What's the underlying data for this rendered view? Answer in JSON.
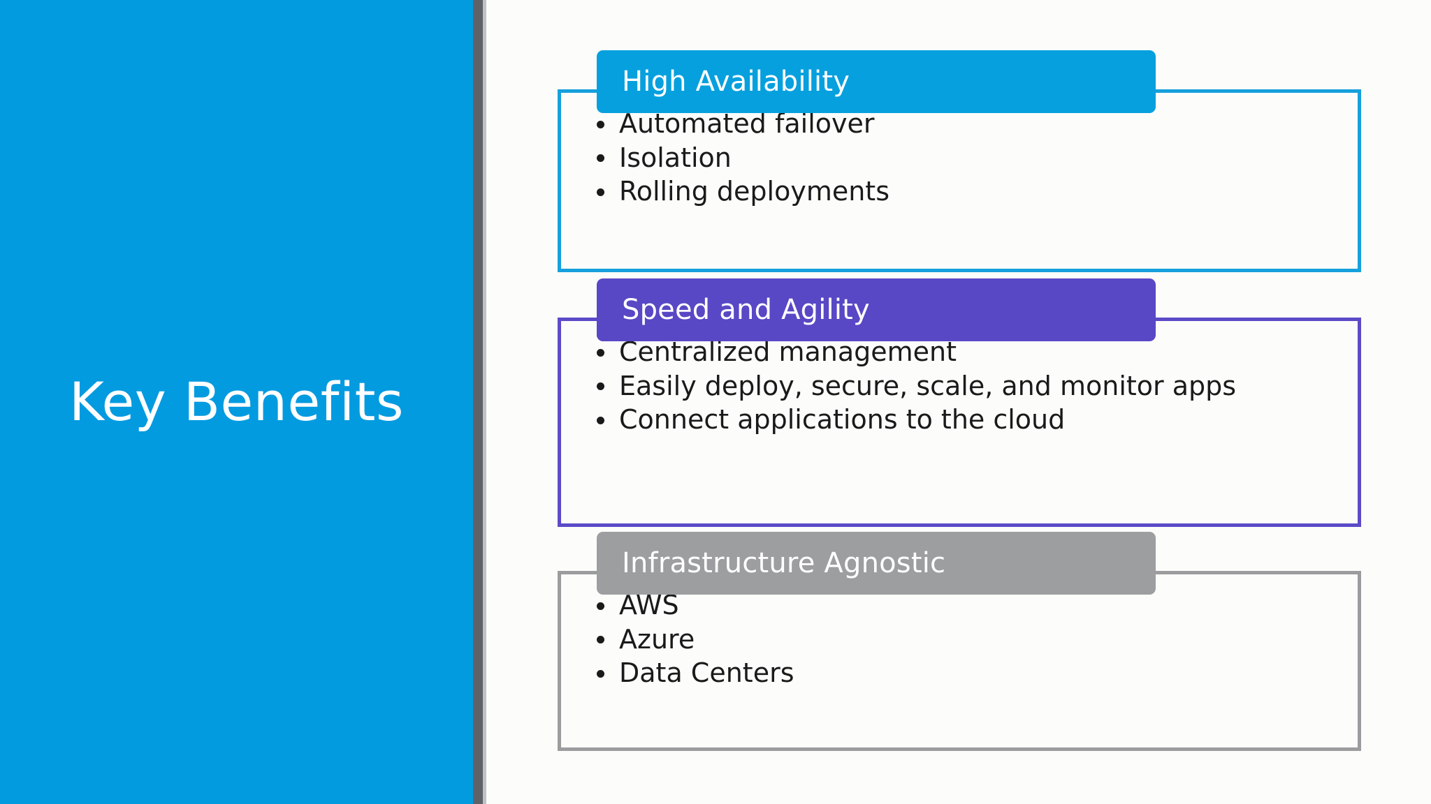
{
  "slide": {
    "title": "Key Benefits",
    "background_color": "#FCFCFA",
    "panel_color": "#039BE0",
    "divider_color": "#5F6368"
  },
  "blocks": [
    {
      "name": "high-availability",
      "header": "High Availability",
      "header_color": "#07A0DE",
      "border_color": "#16A0DC",
      "bullets": [
        "Automated failover",
        "Isolation",
        "Rolling deployments"
      ]
    },
    {
      "name": "speed-and-agility",
      "header": "Speed and Agility",
      "header_color": "#5848C5",
      "border_color": "#5B4BC8",
      "bullets": [
        "Centralized management",
        "Easily deploy, secure, scale, and monitor apps",
        "Connect applications to the cloud"
      ]
    },
    {
      "name": "infrastructure-agnostic",
      "header": "Infrastructure Agnostic",
      "header_color": "#9C9EA0",
      "border_color": "#9A9C9E",
      "bullets": [
        "AWS",
        "Azure",
        "Data Centers"
      ]
    }
  ]
}
